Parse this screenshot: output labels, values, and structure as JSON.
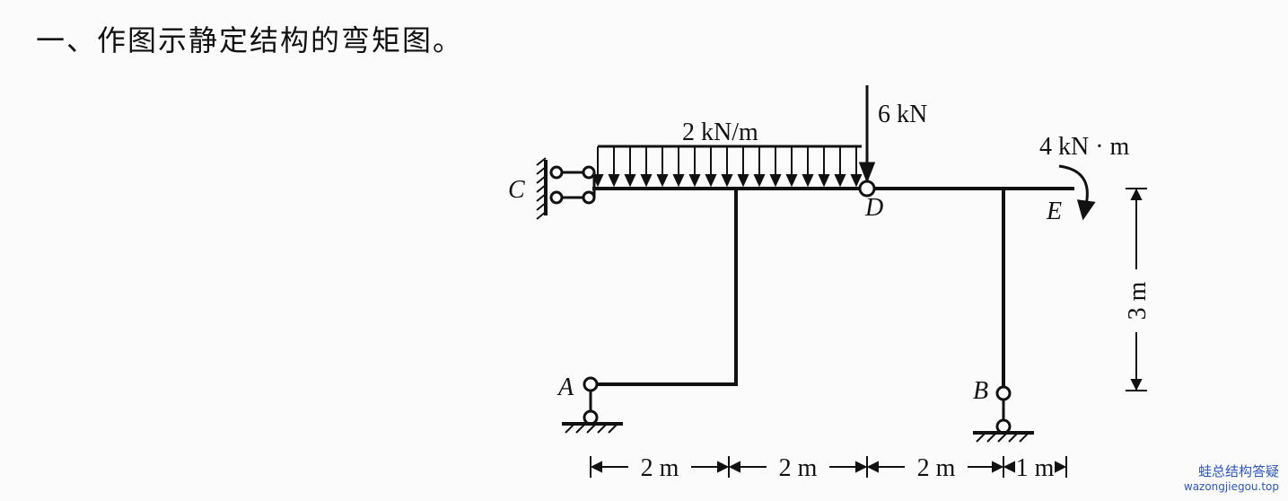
{
  "title": "一、作图示静定结构的弯矩图。",
  "loads": {
    "distributed": "2 kN/m",
    "point": "6 kN",
    "moment": "4 kN · m"
  },
  "nodes": {
    "A": "A",
    "B": "B",
    "C": "C",
    "D": "D",
    "E": "E"
  },
  "dimensions": {
    "horizontal": [
      "2 m",
      "2 m",
      "2 m",
      "1 m"
    ],
    "vertical": "3 m"
  },
  "watermark": {
    "line1": "蛙总结构答疑",
    "line2": "wazongjiegou.top"
  }
}
